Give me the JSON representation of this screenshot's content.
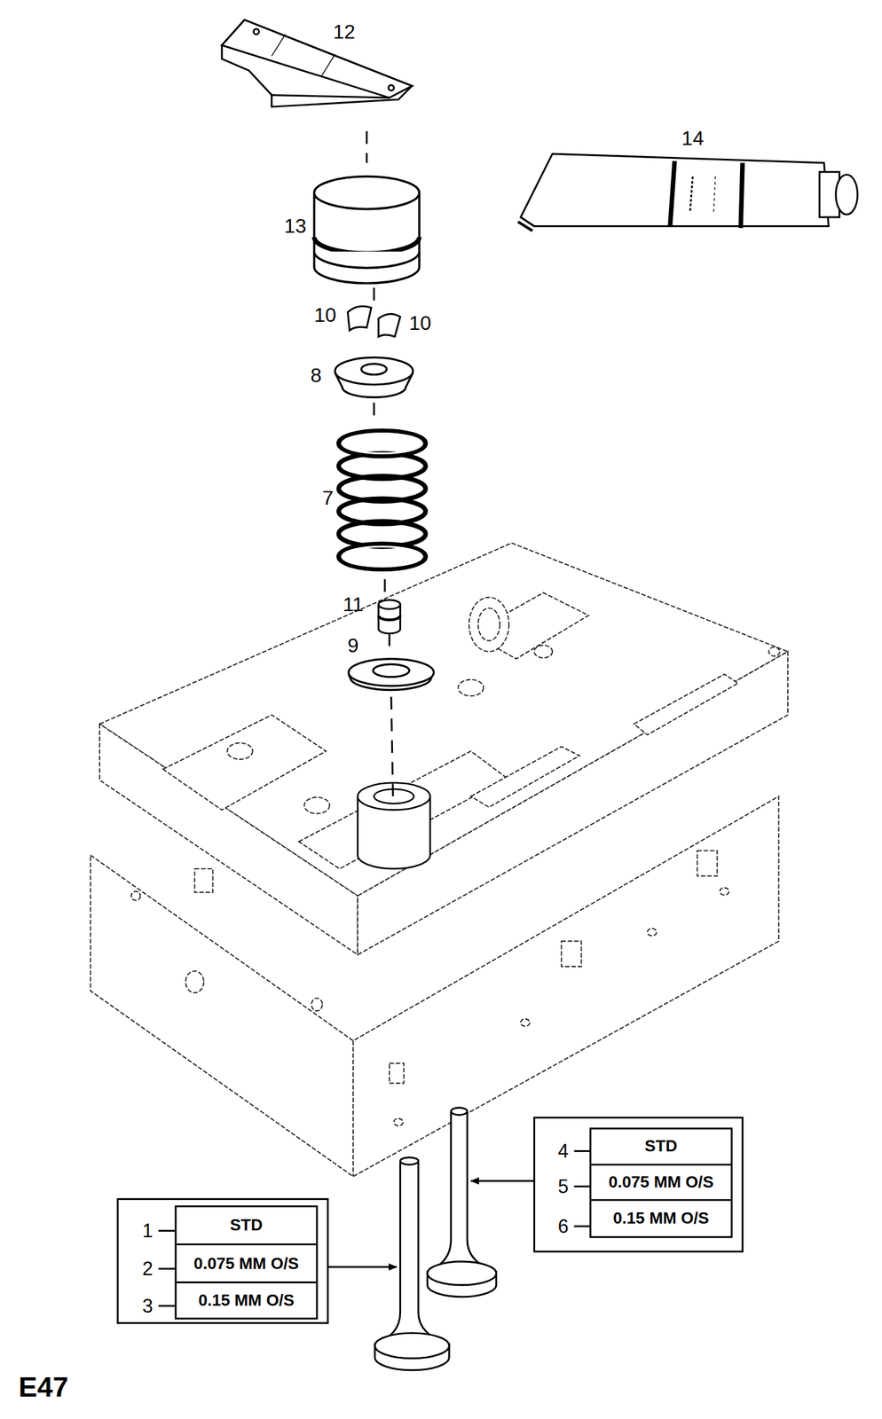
{
  "diagram": {
    "title": "E47",
    "labels": [
      "12",
      "14",
      "13",
      "10",
      "10",
      "8",
      "7",
      "11",
      "9",
      "4",
      "STD",
      "5",
      "0.075  MM O/S",
      "6",
      "0.15  MM O/S",
      "1",
      "STD",
      "2",
      "0.075  MM O/S",
      "3",
      "0.15  MM O/S"
    ]
  }
}
